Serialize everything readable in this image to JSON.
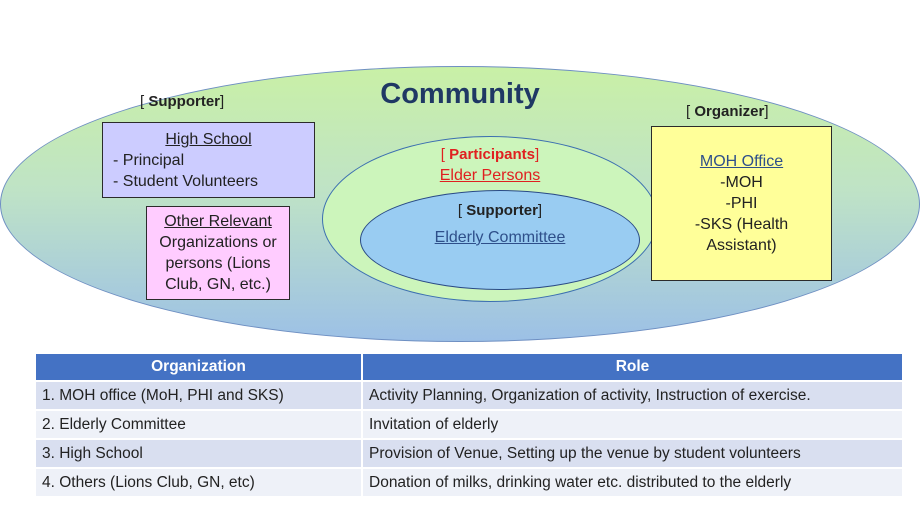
{
  "diagram": {
    "community_title": "Community",
    "supporter_left": {
      "open": "[ ",
      "label": "Supporter",
      "close": "]"
    },
    "high_school": {
      "title": "High School",
      "items": [
        "-   Principal",
        "-   Student Volunteers"
      ]
    },
    "other_relevant": {
      "title": "Other Relevant",
      "lines": [
        "Organizations or",
        "persons (Lions",
        "Club, GN, etc.)"
      ]
    },
    "participants": {
      "open": "[ ",
      "label": "Participants",
      "close": "]",
      "sub": "Elder Persons"
    },
    "supporter_center": {
      "open": "[ ",
      "label": "Supporter",
      "close": "]",
      "sub": "Elderly Committee"
    },
    "organizer": {
      "open": "[ ",
      "label": "Organizer",
      "close": "]"
    },
    "moh_office": {
      "title": "MOH Office",
      "lines": [
        "-MOH",
        "-PHI",
        "-SKS (Health",
        "Assistant)"
      ]
    },
    "colors": {
      "title": "#1f3864",
      "participants": "#e02020",
      "high_school_box": "#ccccff",
      "other_box": "#ffccff",
      "moh_box": "#ffff99",
      "table_header": "#4472c4"
    }
  },
  "table": {
    "headers": [
      "Organization",
      "Role"
    ],
    "rows": [
      [
        "1. MOH office (MoH, PHI and SKS)",
        "Activity Planning, Organization of activity, Instruction of exercise."
      ],
      [
        "2. Elderly Committee",
        "Invitation of  elderly"
      ],
      [
        "3. High School",
        "Provision of Venue, Setting up the venue by student volunteers"
      ],
      [
        "4.  Others (Lions Club, GN, etc)",
        "Donation of milks, drinking water etc. distributed to the elderly"
      ]
    ]
  }
}
